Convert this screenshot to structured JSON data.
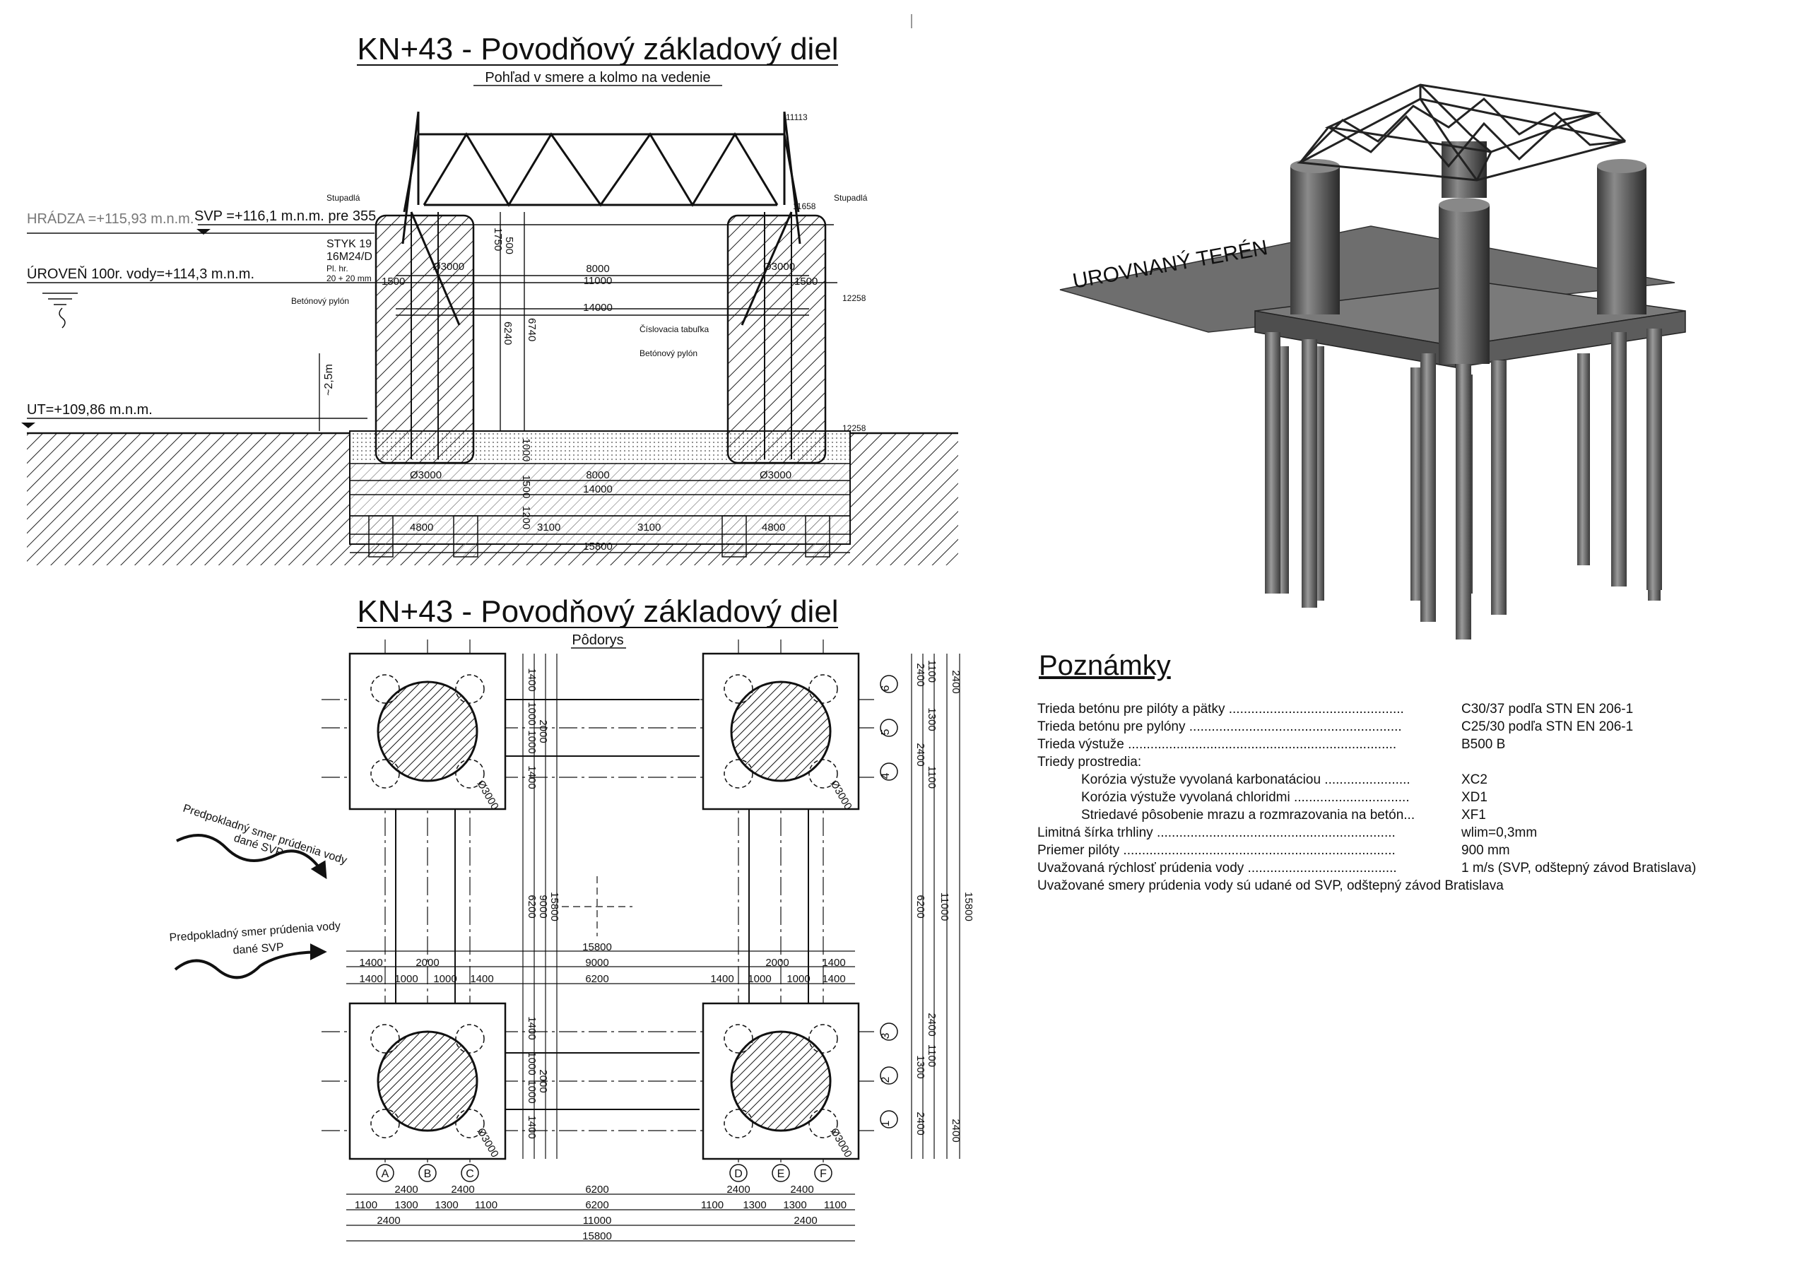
{
  "elevation": {
    "title": "KN+43 - Povodňový základový diel",
    "subtitle": "Pohľad v smere a kolmo na vedenie",
    "levels": {
      "hradza": "HRÁDZA =+115,93 m.n.m.",
      "svp": "SVP =+116,1 m.n.m. pre 355",
      "uroven": "ÚROVEŇ 100r. vody=+114,3 m.n.m.",
      "ut": "UT=+109,86 m.n.m."
    },
    "labels": {
      "styk": "STYK 19",
      "bolts": "16M24/D",
      "plate": "Pl. hr.",
      "plate_dims": "20 + 20 mm",
      "stupadla_left": "Stupadlá",
      "stupadla_right": "Stupadlá",
      "pylon_left": "Betónový pylón",
      "tabulka": "Číslovacia tabuľka",
      "pylon_right": "Betónový pylón",
      "depth": "~2,5m"
    },
    "marks": {
      "m11113": "11113",
      "m11658": "11658",
      "m12258": "12258",
      "m12258b": "12258"
    },
    "dims": {
      "d1750": "1750",
      "d500": "500",
      "d6740": "6740",
      "d6240": "6240",
      "d1500l": "1500",
      "d1500r": "1500",
      "dia_l": "Ø3000",
      "dia_r": "Ø3000",
      "d8000": "8000",
      "d11000": "11000",
      "d14000": "14000",
      "d1000": "1000",
      "d1500v": "1500",
      "d1200": "1200",
      "dia_bl": "Ø3000",
      "dia_br": "Ø3000",
      "b8000": "8000",
      "b14000": "14000",
      "b4800l": "4800",
      "b3100l": "3100",
      "b3100r": "3100",
      "b4800r": "4800",
      "b15800": "15800"
    }
  },
  "plan": {
    "title": "KN+43 - Povodňový základový diel",
    "subtitle": "Pôdorys",
    "flow1": [
      "Predpokladný smer prúdenia vody",
      "dané SVP"
    ],
    "flow2": [
      "Predpokladný smer prúdenia vody",
      "dané SVP"
    ],
    "diameter": "Ø3000",
    "axes_x": [
      "A",
      "B",
      "C",
      "D",
      "E",
      "F"
    ],
    "axes_y": [
      "6",
      "5",
      "4",
      "3",
      "2",
      "1"
    ],
    "left_dims": [
      "1400",
      "1000",
      "1000",
      "1400",
      "6200",
      "1400",
      "1000",
      "1000",
      "1400"
    ],
    "left_dims2": [
      "2000",
      "9000",
      "2000",
      "15800"
    ],
    "right_dims": [
      "1100",
      "1300",
      "2400",
      "1100",
      "2400",
      "6200",
      "2400",
      "1100",
      "1300",
      "2400"
    ],
    "right_dims2": [
      "2400",
      "11000",
      "15800",
      "2400"
    ],
    "mid_row1": [
      "1400",
      "2000",
      "9000",
      "2000",
      "1400"
    ],
    "mid_row2": [
      "1400",
      "1000",
      "1000",
      "1400",
      "6200",
      "1400",
      "1000",
      "1000",
      "1400"
    ],
    "mid_total": "15800",
    "bot_row1": [
      "2400",
      "2400",
      "6200",
      "2400",
      "2400"
    ],
    "bot_row2": [
      "1100",
      "1300",
      "1300",
      "1100",
      "6200",
      "1100",
      "1300",
      "1300",
      "1100"
    ],
    "bot_row3": [
      "2400",
      "11000",
      "2400"
    ],
    "bot_total": "15800"
  },
  "model": {
    "terrain_label": "UROVNANÝ TERÉN"
  },
  "notes": {
    "title": "Poznámky",
    "rows": [
      {
        "k": "Trieda betónu pre pilóty a pätky ...............................................",
        "v": "C30/37 podľa STN EN 206-1",
        "indent": false
      },
      {
        "k": "Trieda betónu pre pylóny .........................................................",
        "v": "C25/30 podľa STN EN 206-1",
        "indent": false
      },
      {
        "k": "Trieda výstuže ........................................................................",
        "v": "B500 B",
        "indent": false
      },
      {
        "k": "Triedy prostredia:",
        "v": "",
        "indent": false
      },
      {
        "k": "Korózia výstuže vyvolaná karbonatáciou .......................",
        "v": "XC2",
        "indent": true
      },
      {
        "k": "Korózia výstuže vyvolaná chloridmi ...............................",
        "v": "XD1",
        "indent": true
      },
      {
        "k": "Striedavé pôsobenie mrazu a rozmrazovania na betón...",
        "v": "XF1",
        "indent": true
      },
      {
        "k": "Limitná šírka trhliny ................................................................",
        "v": "wlim=0,3mm",
        "indent": false
      },
      {
        "k": "Priemer pilóty .........................................................................",
        "v": "900 mm",
        "indent": false
      },
      {
        "k": "Uvažovaná rýchlosť prúdenia vody ........................................",
        "v": "1 m/s (SVP, odštepný závod Bratislava)",
        "indent": false
      },
      {
        "k": "Uvažované smery prúdenia vody sú udané od SVP, odštepný závod Bratislava",
        "v": "",
        "indent": false
      }
    ]
  }
}
